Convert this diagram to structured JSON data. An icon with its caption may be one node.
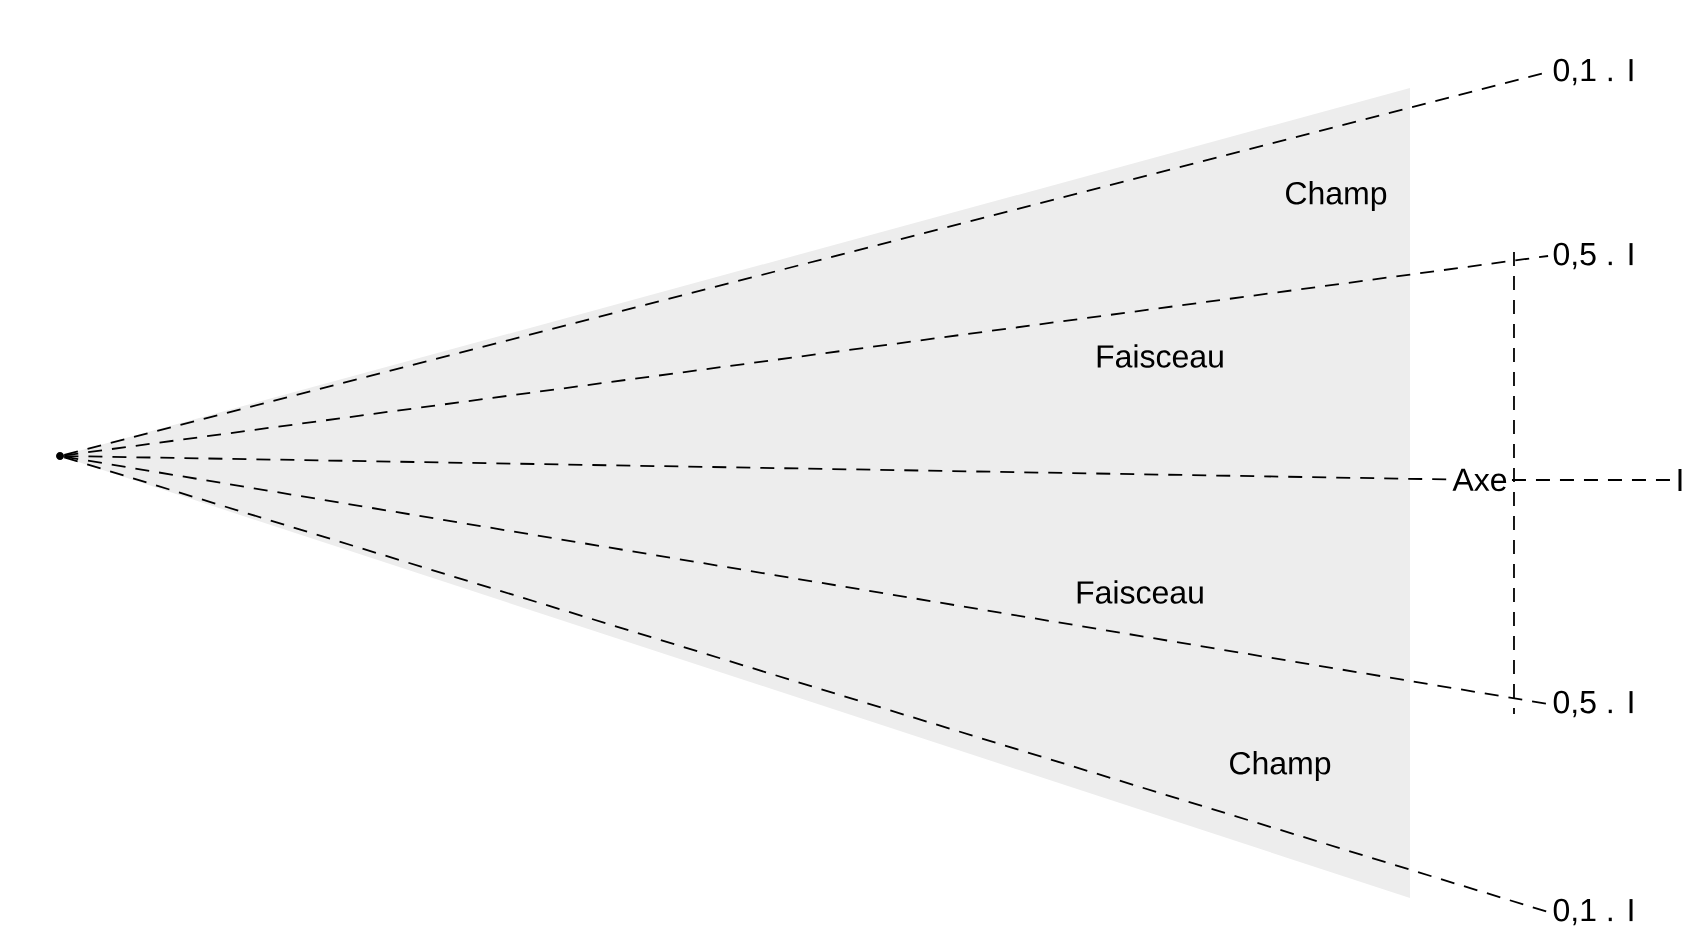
{
  "diagram": {
    "nodes": [
      {
        "text": [],
        "shape": "circle"
      },
      {
        "text": [
          "0,1 . I"
        ]
      },
      {
        "text": [
          "0,5 . I"
        ]
      },
      {
        "text": [
          "Axe"
        ]
      },
      {
        "text": [
          "I"
        ]
      },
      {
        "text": [
          "0,5 . I"
        ]
      },
      {
        "text": [
          "0,1 . I"
        ]
      }
    ],
    "edges": [
      {
        "from": 0,
        "to": 1,
        "arrow": "none",
        "style": "dashed"
      },
      {
        "from": 0,
        "to": 2,
        "arrow": "none",
        "style": "dashed"
      },
      {
        "from": 0,
        "to": 3,
        "arrow": "none",
        "style": "dashed"
      },
      {
        "from": 3,
        "to": 4,
        "arrow": "none",
        "style": "dashed"
      },
      {
        "from": 0,
        "to": 5,
        "arrow": "none",
        "style": "dashed"
      },
      {
        "from": 0,
        "to": 6,
        "arrow": "none",
        "style": "dashed"
      }
    ],
    "labels": [
      "Champ",
      "Faisceau",
      "Faisceau",
      "Champ"
    ]
  }
}
